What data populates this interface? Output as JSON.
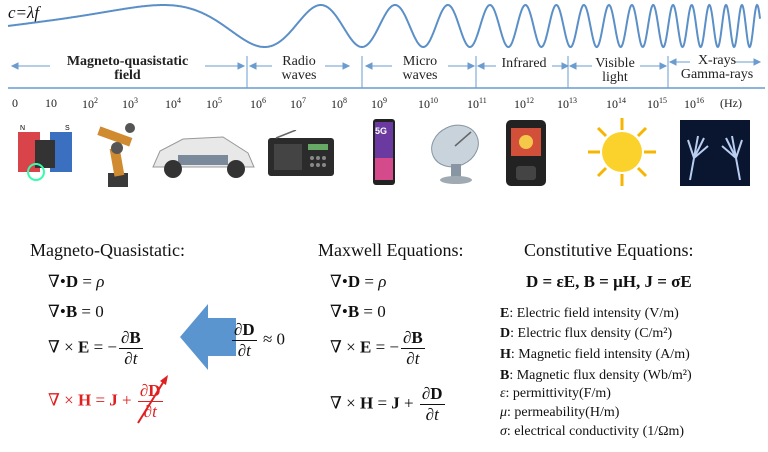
{
  "speed_of_light_label": "c=λf",
  "bands": [
    {
      "id": "mqs",
      "line1": "Magneto-quasistatic",
      "line2": "field"
    },
    {
      "id": "radio",
      "line1": "Radio",
      "line2": "waves"
    },
    {
      "id": "micro",
      "line1": "Micro",
      "line2": "waves"
    },
    {
      "id": "ir",
      "line1": "Infrared",
      "line2": ""
    },
    {
      "id": "visible",
      "line1": "Visible",
      "line2": "light"
    },
    {
      "id": "xray",
      "line1": "X-rays",
      "line2": "Gamma-rays"
    }
  ],
  "ticks": [
    {
      "base": "0",
      "exp": ""
    },
    {
      "base": "10",
      "exp": ""
    },
    {
      "base": "10",
      "exp": "2"
    },
    {
      "base": "10",
      "exp": "3"
    },
    {
      "base": "10",
      "exp": "4"
    },
    {
      "base": "10",
      "exp": "5"
    },
    {
      "base": "10",
      "exp": "6"
    },
    {
      "base": "10",
      "exp": "7"
    },
    {
      "base": "10",
      "exp": "8"
    },
    {
      "base": "10",
      "exp": "9"
    },
    {
      "base": "10",
      "exp": "10"
    },
    {
      "base": "10",
      "exp": "11"
    },
    {
      "base": "10",
      "exp": "12"
    },
    {
      "base": "10",
      "exp": "13"
    },
    {
      "base": "10",
      "exp": "14"
    },
    {
      "base": "10",
      "exp": "15"
    },
    {
      "base": "10",
      "exp": "16"
    }
  ],
  "unit": "(Hz)",
  "phone_label": "5G",
  "headings": {
    "mqs": "Magneto-Quasistatic:",
    "maxwell": "Maxwell Equations:",
    "constitutive": "Constitutive Equations:"
  },
  "approx_label": "≈ 0",
  "constitutive_line": "D = εE,  B = μH,  J = σE",
  "definitions": [
    {
      "sym": "E",
      "text": ": Electric field intensity (V/m)"
    },
    {
      "sym": "D",
      "text": ": Electric flux density (C/m²)"
    },
    {
      "sym": "H",
      "text": ": Magnetic field intensity (A/m)"
    },
    {
      "sym": "B",
      "text": ": Magnetic flux density (Wb/m²)"
    },
    {
      "sym": "ε",
      "text": ":  permittivity(F/m)"
    },
    {
      "sym": "μ",
      "text": ":  permeability(H/m)"
    },
    {
      "sym": "σ",
      "text": ":  electrical conductivity (1/Ωm)"
    }
  ],
  "colors": {
    "wave": "#5b8fc7",
    "arrow": "#5b95cf",
    "red": "#e02020"
  }
}
